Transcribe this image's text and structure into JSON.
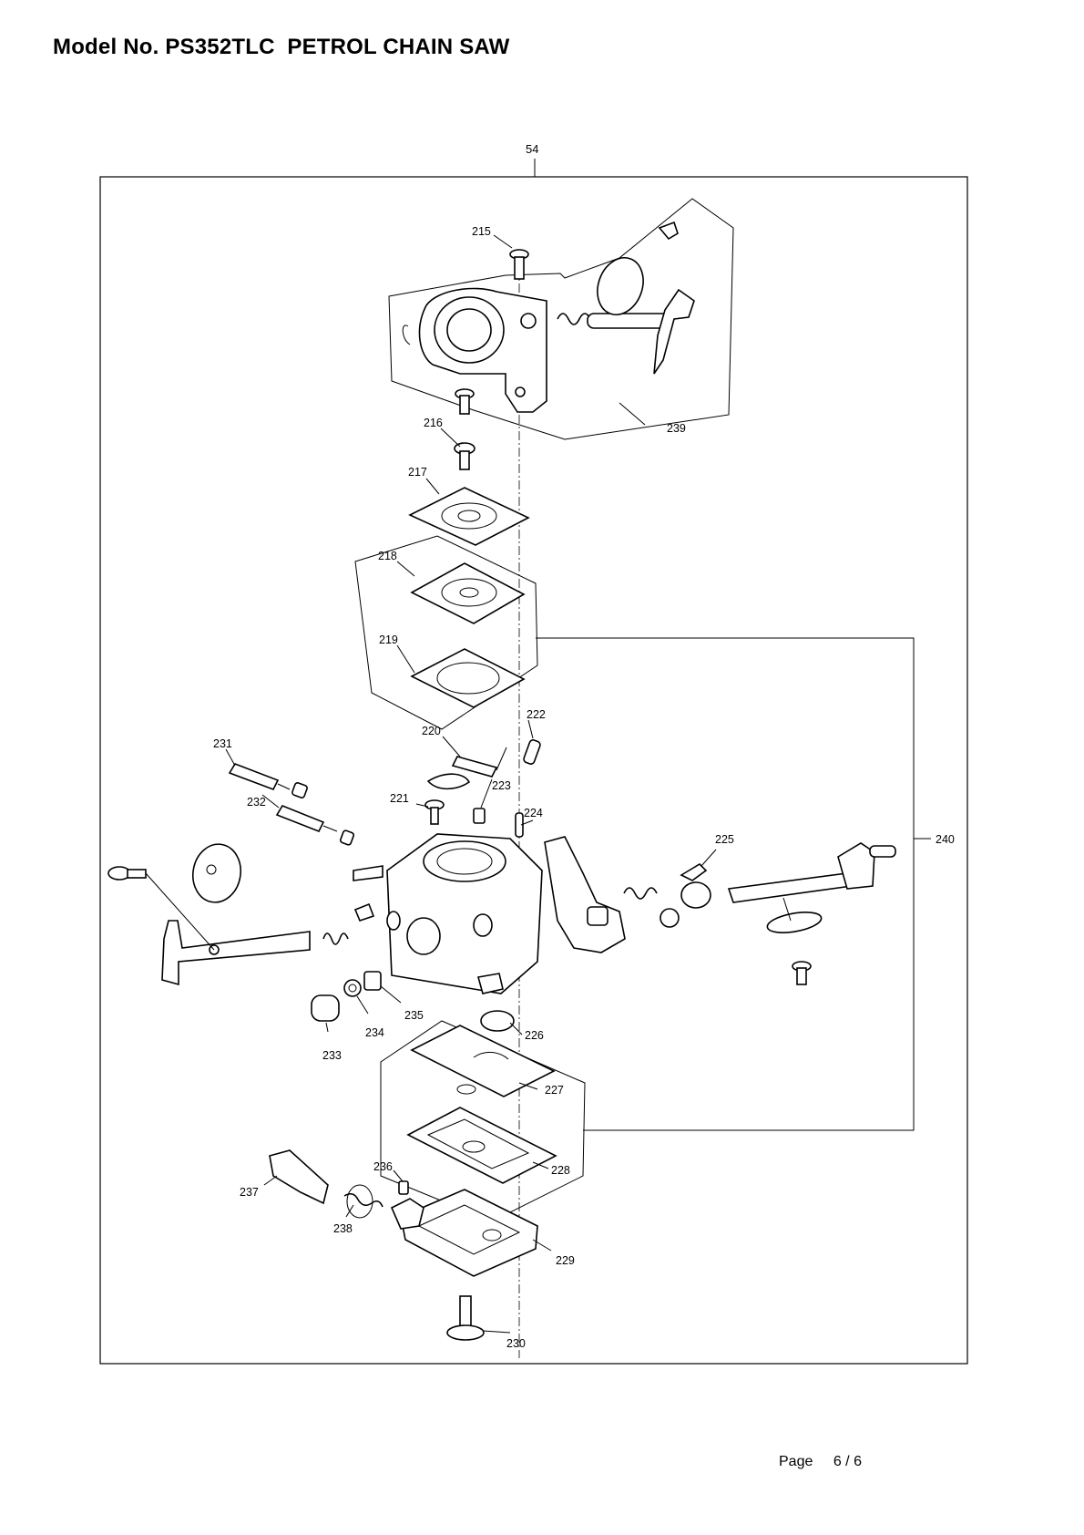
{
  "header": {
    "title": "Model No. PS352TLC  PETROL CHAIN SAW"
  },
  "diagram": {
    "assembly_ref": "54",
    "parts": [
      {
        "id": "215"
      },
      {
        "id": "216"
      },
      {
        "id": "217"
      },
      {
        "id": "218"
      },
      {
        "id": "219"
      },
      {
        "id": "220"
      },
      {
        "id": "221"
      },
      {
        "id": "222"
      },
      {
        "id": "223"
      },
      {
        "id": "224"
      },
      {
        "id": "225"
      },
      {
        "id": "226"
      },
      {
        "id": "227"
      },
      {
        "id": "228"
      },
      {
        "id": "229"
      },
      {
        "id": "230"
      },
      {
        "id": "231"
      },
      {
        "id": "232"
      },
      {
        "id": "233"
      },
      {
        "id": "234"
      },
      {
        "id": "235"
      },
      {
        "id": "236"
      },
      {
        "id": "237"
      },
      {
        "id": "238"
      },
      {
        "id": "239"
      },
      {
        "id": "240"
      }
    ]
  },
  "footer": {
    "page_label": "Page",
    "page_number": "6 / 6"
  }
}
